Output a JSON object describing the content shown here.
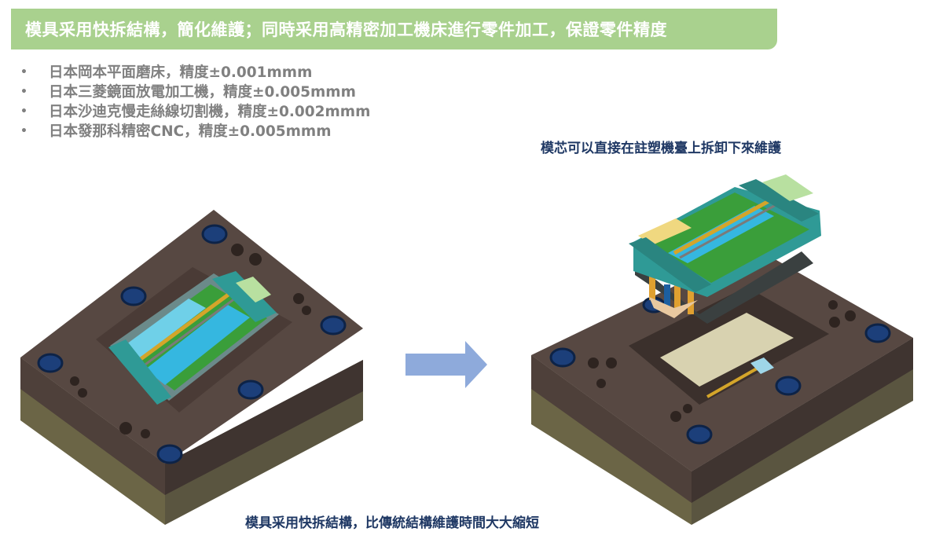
{
  "banner": {
    "title": "模具采用快拆結構，簡化維護；同時采用高精密加工機床進行零件加工，保證零件精度"
  },
  "machines": [
    {
      "bullet": "•",
      "text": "日本岡本平面磨床，精度±0.001mmm"
    },
    {
      "bullet": "•",
      "text": "日本三菱鏡面放電加工機，精度±0.005mmm"
    },
    {
      "bullet": "•",
      "text": "日本沙迪克慢走絲線切割機，精度±0.002mmm"
    },
    {
      "bullet": "•",
      "text": "日本發那科精密CNC，精度±0.005mmm"
    }
  ],
  "captions": {
    "right": "模芯可以直接在註塑機臺上拆卸下來維護",
    "bottom": "模具采用快拆結構，比傳統結構維護時間大大縮短"
  },
  "colors": {
    "banner": "#a9d18e",
    "banner_text": "#ffffff",
    "bullet_text": "#808080",
    "caption": "#1f3864",
    "arrow": "#8eaadb",
    "mold_top": "#574842",
    "mold_side": "#6f6a4a",
    "insert_green": "#3a9e3a",
    "insert_blue": "#35b7e0",
    "insert_teal": "#2f9a96",
    "bolt": "#1c3f7a"
  }
}
